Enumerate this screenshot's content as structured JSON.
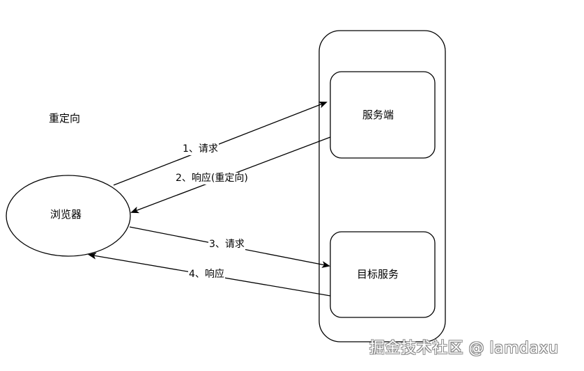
{
  "diagram": {
    "title": "重定向",
    "nodes": {
      "browser": "浏览器",
      "server": "服务端",
      "target": "目标服务"
    },
    "edges": [
      {
        "label": "1、请求",
        "from": "browser",
        "to": "server"
      },
      {
        "label": "2、响应(重定向)",
        "from": "server",
        "to": "browser"
      },
      {
        "label": "3、请求",
        "from": "browser",
        "to": "target"
      },
      {
        "label": "4、响应",
        "from": "target",
        "to": "browser"
      }
    ]
  },
  "watermark": "掘金技术社区 @ lamdaxu",
  "colors": {
    "stroke": "#000000",
    "background": "#ffffff",
    "watermark_outline": "#8a8a8a"
  }
}
